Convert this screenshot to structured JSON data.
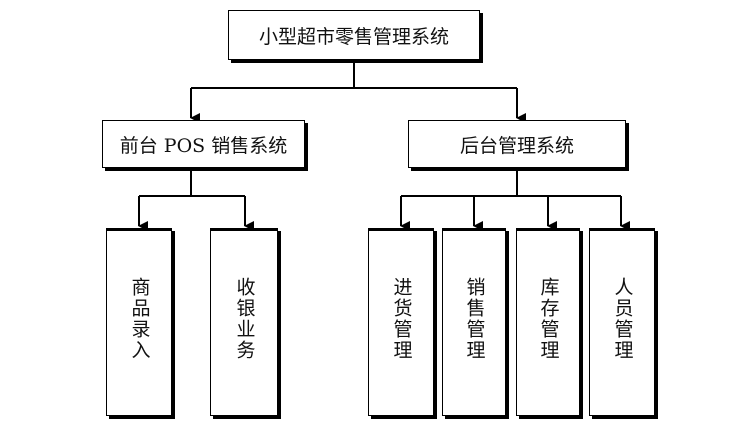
{
  "root": {
    "label": "小型超市零售管理系统"
  },
  "branches": [
    {
      "label": "前台 POS 销售系统",
      "children": [
        "商品录入",
        "收银业务"
      ]
    },
    {
      "label": "后台管理系统",
      "children": [
        "进货管理",
        "销售管理",
        "库存管理",
        "人员管理"
      ]
    }
  ]
}
